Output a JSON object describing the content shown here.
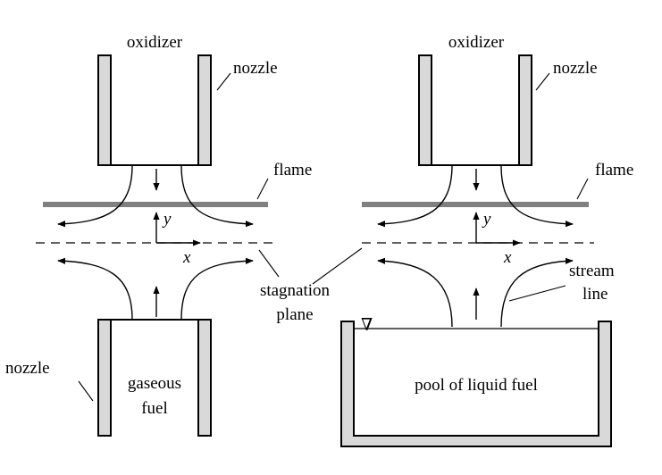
{
  "left": {
    "oxidizer_label": "oxidizer",
    "nozzle_top_label": "nozzle",
    "flame_label": "flame",
    "y_axis_label": "y",
    "x_axis_label": "x",
    "stagnation_label_line1": "stagnation",
    "stagnation_label_line2": "plane",
    "nozzle_bottom_label": "nozzle",
    "fuel_label_line1": "gaseous",
    "fuel_label_line2": "fuel"
  },
  "right": {
    "oxidizer_label": "oxidizer",
    "nozzle_top_label": "nozzle",
    "flame_label": "flame",
    "y_axis_label": "y",
    "x_axis_label": "x",
    "streamline_label_line1": "stream",
    "streamline_label_line2": "line",
    "pool_label": "pool of liquid fuel",
    "liquid_level_symbol": "∇"
  },
  "colors": {
    "nozzle_wall_fill": "#d9d9d9",
    "flame": "#808080",
    "lines": "#000000"
  }
}
